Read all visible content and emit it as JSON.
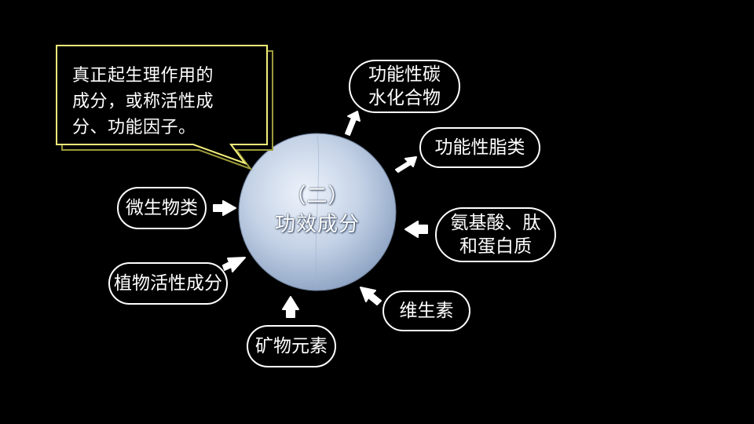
{
  "center": {
    "line1": "（二）",
    "line2": "功效成分"
  },
  "callout": {
    "lines": [
      "真正起生理作用的",
      "成分，或称活性成",
      "分、功能因子。"
    ]
  },
  "nodes": {
    "carbohydrate": {
      "line1": "功能性碳",
      "line2": "水化合物"
    },
    "lipid": {
      "line1": "功能性脂类"
    },
    "amino": {
      "line1": "氨基酸、肽",
      "line2": "和蛋白质"
    },
    "vitamin": {
      "line1": "维生素"
    },
    "mineral": {
      "line1": "矿物元素"
    },
    "plant": {
      "line1": "植物活性成分"
    },
    "microbe": {
      "line1": "微生物类"
    }
  },
  "colors": {
    "background": "#000000",
    "callout_border": "#f2ee7a",
    "callout_fill": "#000000",
    "circle_light": "#e8eef8",
    "circle_mid": "#b9c9e0",
    "circle_dark": "#8ea4c4",
    "node_border": "#ffffff",
    "arrow": "#ffffff"
  }
}
